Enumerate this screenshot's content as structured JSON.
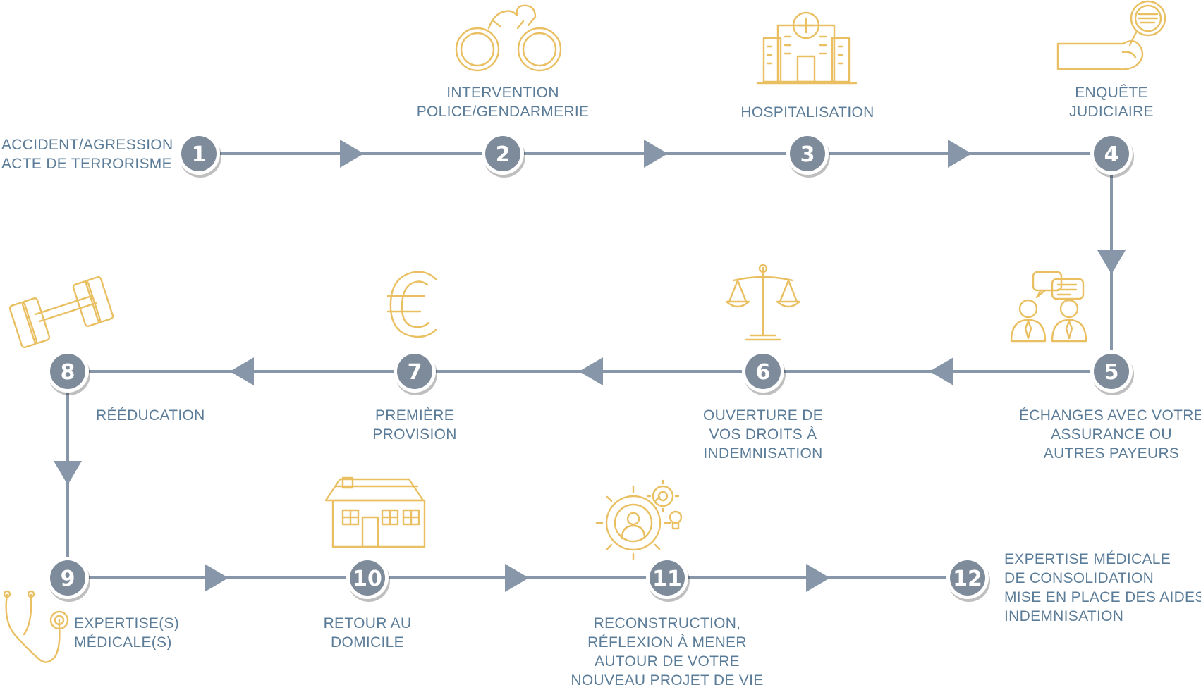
{
  "colors": {
    "line": "#8797a9",
    "node": "#7d8b9b",
    "node_ring": "#ffffff",
    "text": "#5b7c98",
    "icon": "#e9bf61"
  },
  "steps": [
    {
      "number": "1",
      "lines": [
        "ACCIDENT/AGRESSION",
        "ACTE DE TERRORISME"
      ],
      "icon": "none"
    },
    {
      "number": "2",
      "lines": [
        "INTERVENTION",
        "POLICE/GENDARMERIE"
      ],
      "icon": "handcuffs-icon"
    },
    {
      "number": "3",
      "lines": [
        "HOSPITALISATION"
      ],
      "icon": "hospital-icon"
    },
    {
      "number": "4",
      "lines": [
        "ENQUÊTE",
        "JUDICIAIRE"
      ],
      "icon": "magnifier-hand-icon"
    },
    {
      "number": "5",
      "lines": [
        "ÉCHANGES AVEC VOTRE",
        "ASSURANCE OU",
        "AUTRES PAYEURS"
      ],
      "icon": "people-chat-icon"
    },
    {
      "number": "6",
      "lines": [
        "OUVERTURE DE",
        "VOS DROITS À",
        "INDEMNISATION"
      ],
      "icon": "scales-icon"
    },
    {
      "number": "7",
      "lines": [
        "PREMIÈRE",
        "PROVISION"
      ],
      "icon": "euro-icon"
    },
    {
      "number": "8",
      "lines": [
        "RÉÉDUCATION"
      ],
      "icon": "dumbbell-icon"
    },
    {
      "number": "9",
      "lines": [
        "EXPERTISE(S)",
        "MÉDICALE(S)"
      ],
      "icon": "stethoscope-icon"
    },
    {
      "number": "10",
      "lines": [
        "RETOUR AU",
        "DOMICILE"
      ],
      "icon": "house-icon"
    },
    {
      "number": "11",
      "lines": [
        "RECONSTRUCTION,",
        "RÉFLEXION À MENER",
        "AUTOUR DE VOTRE",
        "NOUVEAU PROJET DE VIE"
      ],
      "icon": "gears-person-icon"
    },
    {
      "number": "12",
      "lines": [
        "EXPERTISE MÉDICALE",
        "DE CONSOLIDATION",
        "MISE EN PLACE DES AIDES",
        "INDEMNISATION"
      ],
      "icon": "none"
    }
  ]
}
